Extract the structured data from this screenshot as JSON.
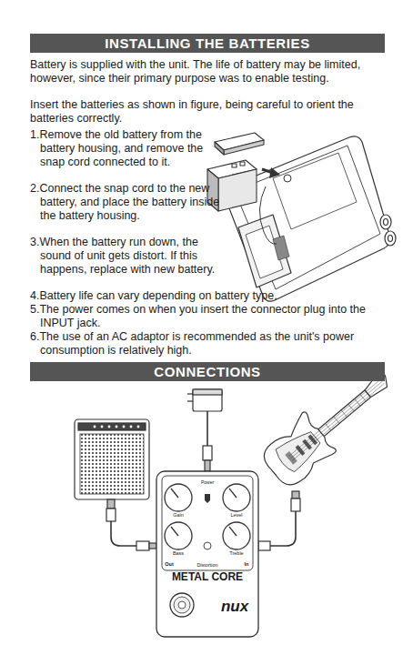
{
  "diagram": {
    "nodes": [
      {
        "text": [
          "INSTALLING THE BATTERIES"
        ]
      },
      {
        "text": [
          "CONNECTIONS"
        ]
      }
    ],
    "labels": [
      "Battery is supplied with the unit. The life of battery may be limited, however, since their primary purpose was to enable testing.",
      "Insert the batteries as shown in figure, being careful to orient the batteries correctly.",
      "1.Remove the old battery from the battery housing, and remove the snap cord connected to it.",
      "2.Connect the snap cord to the new battery, and place the battery inside the battery housing.",
      "3.When the battery run down, the sound of unit gets distort. If this happens, replace with new battery.",
      "4.Battery life can vary depending on battery type.",
      "5.The power comes on when you insert the connector plug into the INPUT jack.",
      "6.The use of an AC adaptor is recommended as the unit's power consumption is relatively high.",
      "Power",
      "Gain",
      "Level",
      "Bass",
      "Treble",
      "Out",
      "Distortion",
      "In",
      "METAL CORE",
      "nux"
    ]
  }
}
